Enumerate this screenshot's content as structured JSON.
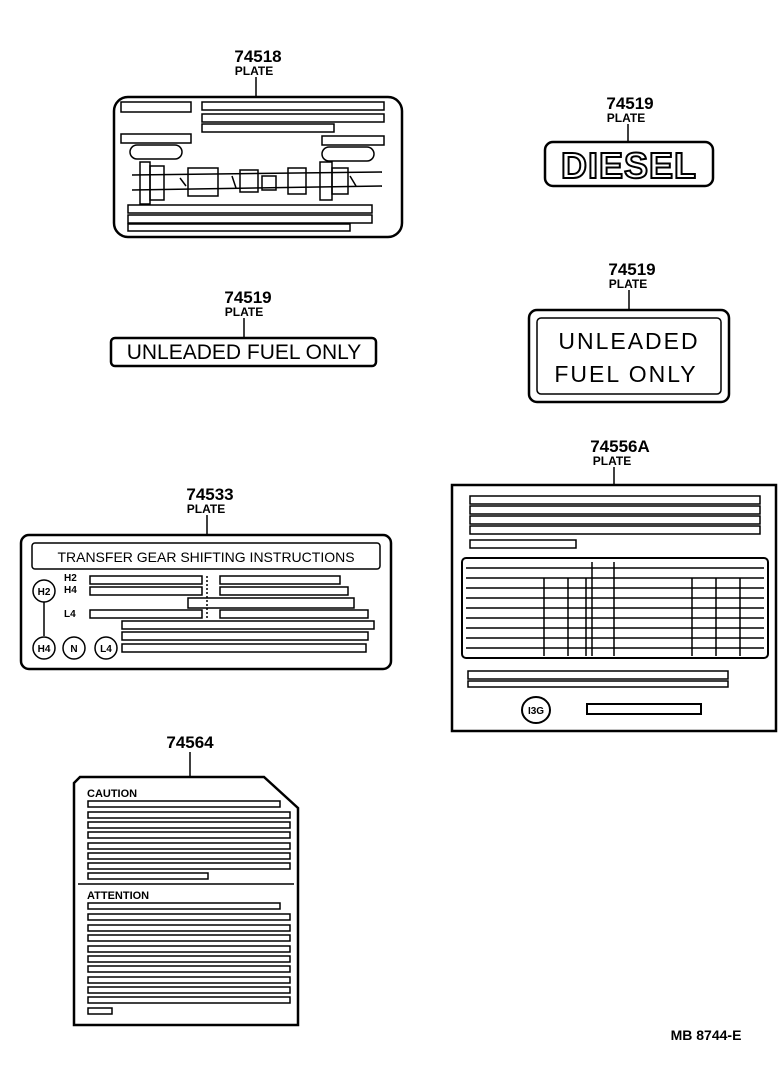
{
  "parts": {
    "p74518": {
      "number": "74518",
      "desc": "PLATE"
    },
    "p74519_diesel": {
      "number": "74519",
      "desc": "PLATE",
      "text": "DIESEL"
    },
    "p74519_strip": {
      "number": "74519",
      "desc": "PLATE",
      "text": "UNLEADED FUEL ONLY"
    },
    "p74519_box": {
      "number": "74519",
      "desc": "PLATE",
      "line1": "UNLEADED",
      "line2": "FUEL  ONLY"
    },
    "p74533": {
      "number": "74533",
      "desc": "PLATE",
      "title": "TRANSFER GEAR SHIFTING INSTRUCTIONS",
      "labels": {
        "h2": "H2",
        "h4": "H4",
        "l4": "L4"
      },
      "circles": {
        "h2": "H2",
        "h4": "H4",
        "n": "N",
        "l4": "L4"
      }
    },
    "p74556A": {
      "number": "74556A",
      "desc": "PLATE",
      "badge": "I3G"
    },
    "p74564": {
      "number": "74564",
      "caution": "CAUTION",
      "attention": "ATTENTION"
    }
  },
  "footer": {
    "code": "MB  8744-E"
  }
}
